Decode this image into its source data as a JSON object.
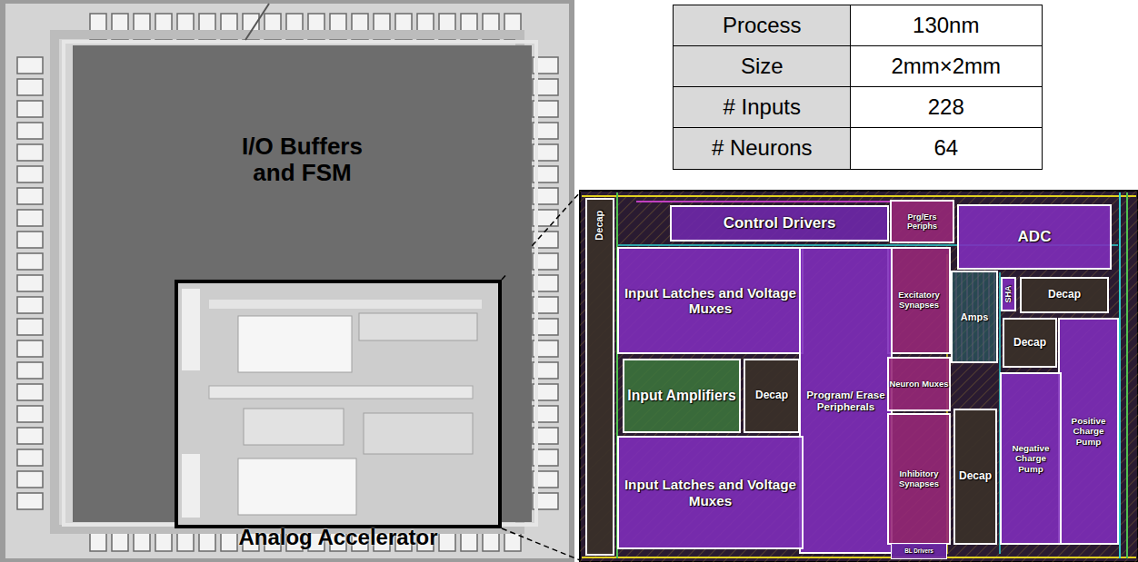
{
  "diagram": {
    "nodes": [
      {
        "text": [
          "I/O Buffers and FSM"
        ]
      },
      {
        "text": [
          "Analog Accelerator"
        ]
      },
      {
        "text": [
          "Control Drivers"
        ]
      },
      {
        "text": [
          "Prg/Ers Periphs"
        ]
      },
      {
        "text": [
          "ADC"
        ]
      },
      {
        "text": [
          "Decap"
        ]
      },
      {
        "text": [
          "Input Latches and Voltage Muxes"
        ]
      },
      {
        "text": [
          "Excitatory Synapses"
        ]
      },
      {
        "text": [
          "Amps"
        ]
      },
      {
        "text": [
          "SHA"
        ]
      },
      {
        "text": [
          "Decap"
        ]
      },
      {
        "text": [
          "Decap"
        ]
      },
      {
        "text": [
          "Input Amplifiers"
        ]
      },
      {
        "text": [
          "Decap"
        ]
      },
      {
        "text": [
          "Program/ Erase Peripherals"
        ]
      },
      {
        "text": [
          "Neuron Muxes"
        ]
      },
      {
        "text": [
          "Positive Charge Pump"
        ]
      },
      {
        "text": [
          "Negative Charge Pump"
        ]
      },
      {
        "text": [
          "Decap"
        ]
      },
      {
        "text": [
          "Input Latches and Voltage Muxes"
        ]
      },
      {
        "text": [
          "Inhibitory Synapses"
        ]
      },
      {
        "text": [
          "BL Drivers"
        ]
      }
    ],
    "labels": [
      "Process",
      "130nm",
      "Size",
      "2mm×2mm",
      "# Inputs",
      "228",
      "# Neurons",
      "64"
    ]
  }
}
